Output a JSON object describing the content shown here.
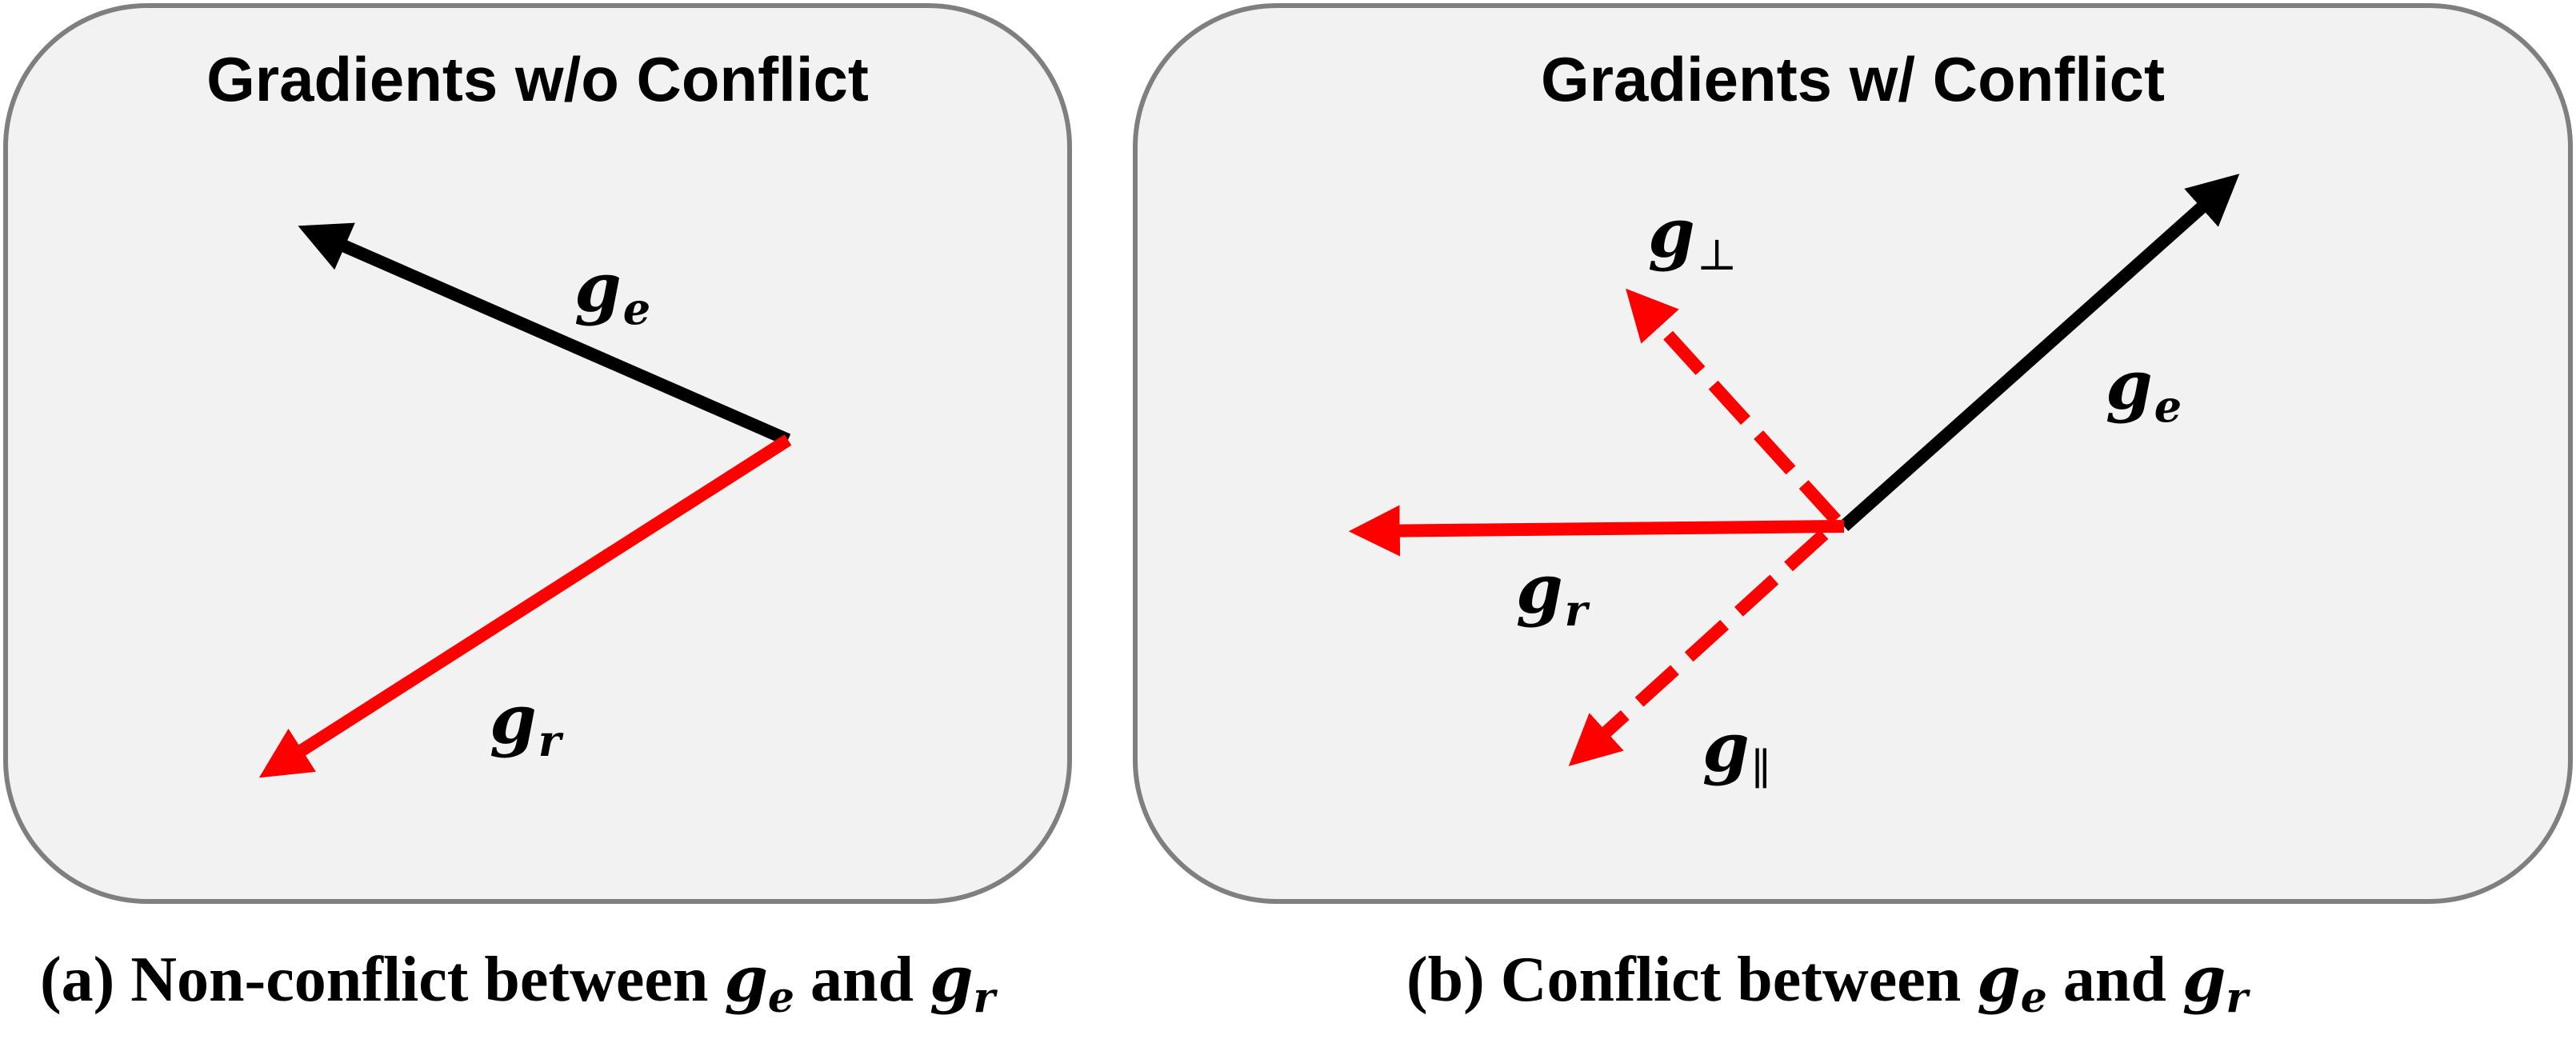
{
  "colors": {
    "panel_bg": "#f2f2f2",
    "panel_border": "#7f7f7f",
    "gradient_e": "#000000",
    "gradient_r": "#ff0000"
  },
  "panel_a": {
    "title": "Gradients w/o Conflict",
    "vectors": [
      {
        "symbol": "g",
        "subscript": "e"
      },
      {
        "symbol": "g",
        "subscript": "r"
      }
    ]
  },
  "panel_b": {
    "title": "Gradients w/ Conflict",
    "vectors": [
      {
        "symbol": "g",
        "subscript": "e"
      },
      {
        "symbol": "g",
        "subscript": "r"
      },
      {
        "symbol": "g",
        "subscript": "⊥"
      },
      {
        "symbol": "g",
        "subscript": "∥"
      }
    ]
  },
  "captions": {
    "a": {
      "prefix": "(a) Non-conflict between",
      "var1": "g",
      "sub1": "e",
      "mid": "and",
      "var2": "g",
      "sub2": "r"
    },
    "b": {
      "prefix": "(b) Conflict between",
      "var1": "g",
      "sub1": "e",
      "mid": "and",
      "var2": "g",
      "sub2": "r"
    }
  }
}
